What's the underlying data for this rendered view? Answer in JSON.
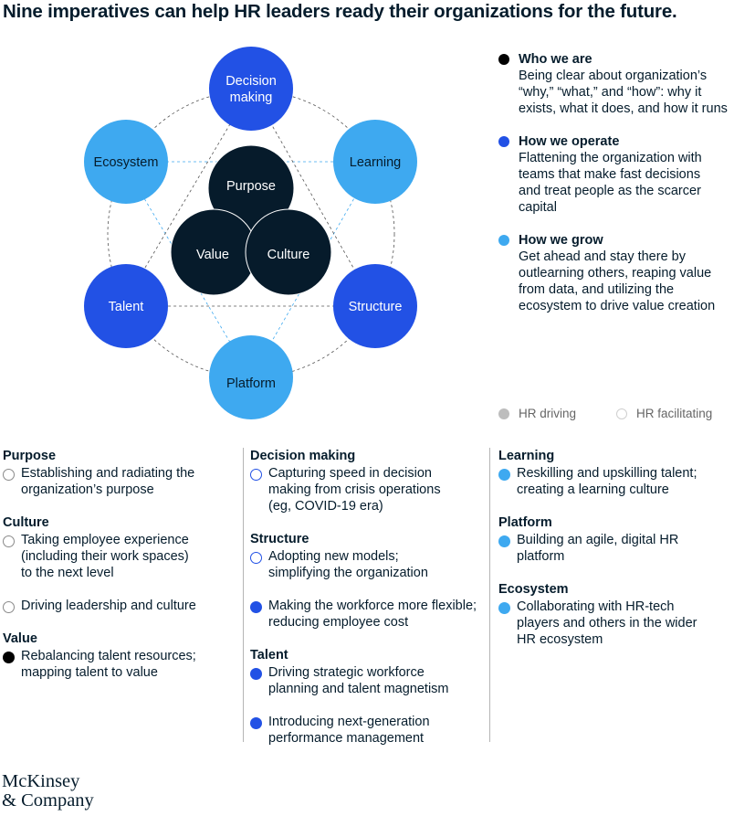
{
  "title": "Nine imperatives can help HR leaders ready their organizations for the future.",
  "colors": {
    "who_we_are": "#000000",
    "how_we_operate": "#2251e5",
    "how_we_grow": "#3ea9f0",
    "core": "#061b2b",
    "hr_driving": "#bdbdbd"
  },
  "diagram": {
    "outer_nodes": {
      "decision_making": [
        "Decision",
        "making"
      ],
      "learning": "Learning",
      "structure": "Structure",
      "platform": "Platform",
      "talent": "Talent",
      "ecosystem": "Ecosystem"
    },
    "core_nodes": {
      "purpose": "Purpose",
      "value": "Value",
      "culture": "Culture"
    }
  },
  "legend": {
    "who": {
      "label": "Who we are",
      "text": [
        "Being clear about organization’s",
        "“why,” “what,” and “how”: why it",
        "exists, what it does, and how it runs"
      ]
    },
    "operate": {
      "label": "How we operate",
      "text": [
        "Flattening the organization with",
        "teams that make fast decisions",
        "and treat people as the scarcer",
        "capital"
      ]
    },
    "grow": {
      "label": "How we grow",
      "text": [
        "Get ahead and stay there by",
        "outlearning others, reaping value",
        "from data, and utilizing the",
        "ecosystem to drive value creation"
      ]
    },
    "hr_driving": "HR driving",
    "hr_facilitating": "HR facilitating"
  },
  "columns": {
    "col1": {
      "purpose": {
        "title": "Purpose",
        "items": [
          {
            "text": [
              "Establishing and radiating the",
              "organization’s purpose"
            ]
          }
        ]
      },
      "culture": {
        "title": "Culture",
        "items": [
          {
            "text": [
              "Taking employee experience",
              "(including their work spaces)",
              "to the next level"
            ]
          },
          {
            "text": [
              "Driving leadership and culture"
            ]
          }
        ]
      },
      "value": {
        "title": "Value",
        "items": [
          {
            "text": [
              "Rebalancing talent resources;",
              "mapping talent to value"
            ]
          }
        ]
      }
    },
    "col2": {
      "decision": {
        "title": "Decision making",
        "items": [
          {
            "text": [
              "Capturing speed in decision",
              "making from crisis operations",
              "(eg, COVID-19 era)"
            ]
          }
        ]
      },
      "structure": {
        "title": "Structure",
        "items": [
          {
            "text": [
              "Adopting new models;",
              "simplifying the organization"
            ]
          },
          {
            "text": [
              "Making the workforce more flexible;",
              "reducing employee cost"
            ]
          }
        ]
      },
      "talent": {
        "title": "Talent",
        "items": [
          {
            "text": [
              "Driving strategic workforce",
              "planning and talent magnetism"
            ]
          },
          {
            "text": [
              "Introducing next-generation",
              "performance management"
            ]
          }
        ]
      }
    },
    "col3": {
      "learning": {
        "title": "Learning",
        "items": [
          {
            "text": [
              "Reskilling and upskilling talent;",
              "creating a learning culture"
            ]
          }
        ]
      },
      "platform": {
        "title": "Platform",
        "items": [
          {
            "text": [
              "Building an agile, digital HR",
              "platform"
            ]
          }
        ]
      },
      "ecosystem": {
        "title": "Ecosystem",
        "items": [
          {
            "text": [
              "Collaborating with HR-tech",
              "players and others in the wider",
              "HR ecosystem"
            ]
          }
        ]
      }
    }
  },
  "logo": [
    "McKinsey",
    "& Company"
  ]
}
